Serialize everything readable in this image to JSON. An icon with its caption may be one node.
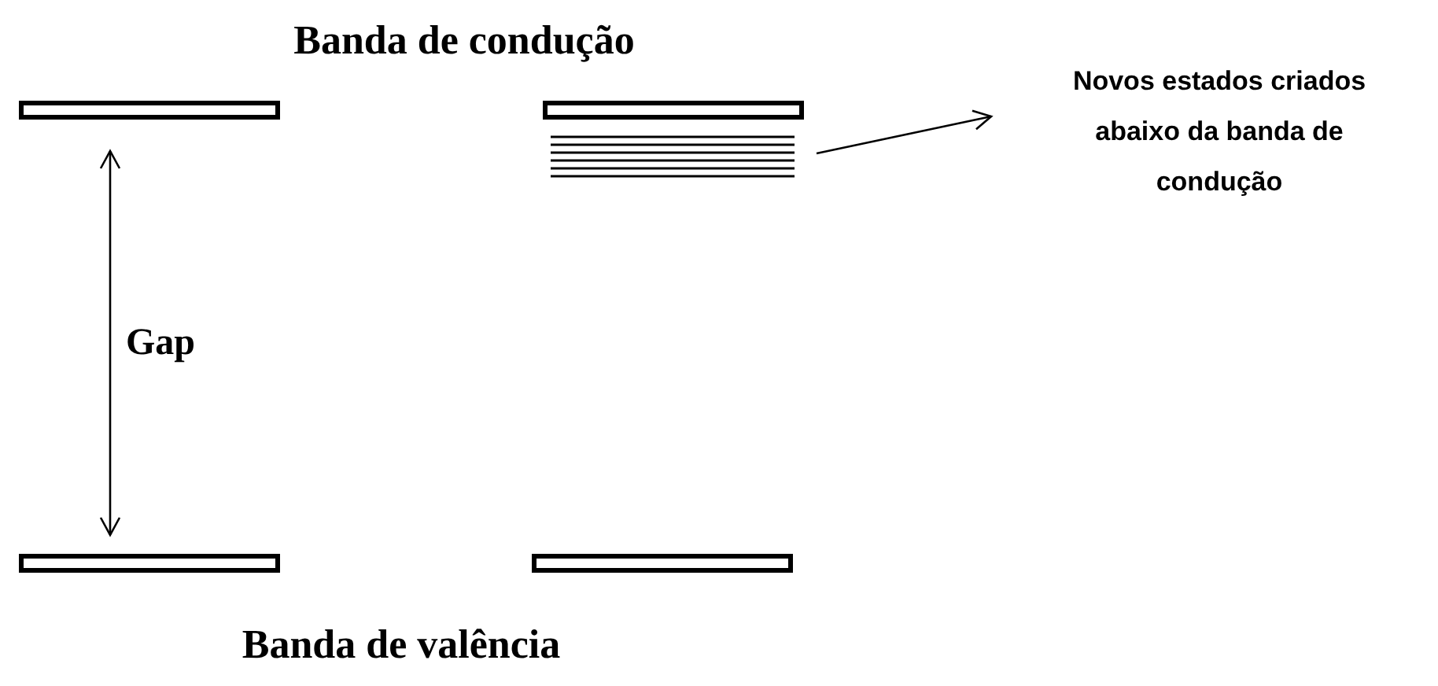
{
  "diagram": {
    "nodes": [
      {
        "text": [],
        "shape": "bar"
      },
      {
        "text": [],
        "shape": "bar"
      },
      {
        "text": [],
        "shape": "lines"
      },
      {
        "text": [
          "Novos estados criados abaixo da banda de condução"
        ]
      },
      {
        "text": [],
        "shape": "bar"
      },
      {
        "text": [],
        "shape": "bar"
      }
    ],
    "edges": [
      {
        "from": 2,
        "to": 3,
        "arrow": "to"
      },
      {
        "from": 0,
        "to": 4,
        "arrow": "both",
        "label": "Gap"
      }
    ],
    "labels": [
      "Banda de condução",
      "Banda de valência"
    ]
  }
}
